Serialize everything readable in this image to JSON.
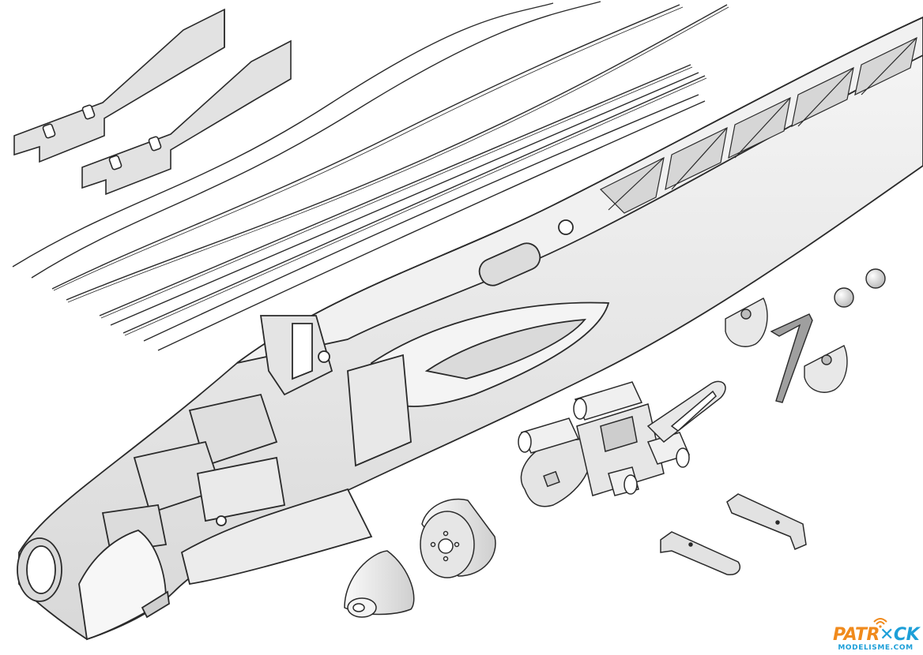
{
  "brand": {
    "name_part1": "PATR",
    "name_part2": "CK",
    "subtitle": "MODELISME.COM",
    "color_orange": "#f08a1c",
    "color_blue": "#1d9fd8"
  },
  "colors": {
    "line": "#2a2a2a",
    "part_fill": "#ececec",
    "part_shade": "#d4d4d4",
    "dark_fill": "#bdbdbd"
  },
  "icons": [
    "wifi-signal-icon"
  ]
}
